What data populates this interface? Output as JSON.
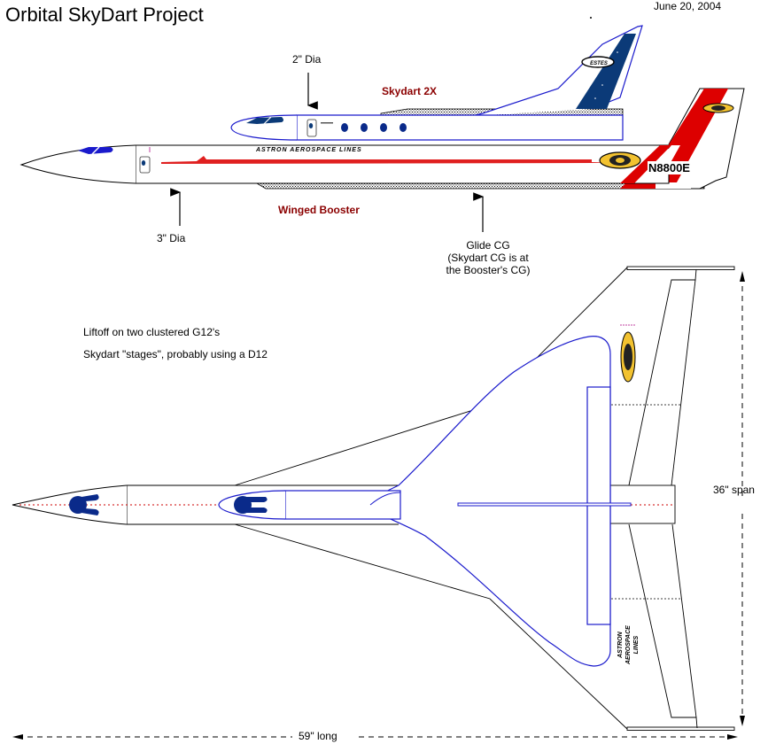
{
  "header": {
    "title": "Orbital SkyDart Project",
    "date": "June 20, 2004"
  },
  "side_view": {
    "skydart_label": "Skydart 2X",
    "booster_label": "Winged Booster",
    "skydart_diameter": "2\" Dia",
    "booster_diameter": "3\" Dia",
    "livery_text": "ASTRON AEROSPACE LINES",
    "tail_registration": "N8800E",
    "fin_logo_text": "ESTES",
    "glide_cg": {
      "line1": "Glide CG",
      "line2": "(Skydart CG is at",
      "line3": "the Booster's CG)"
    }
  },
  "notes": [
    "Liftoff on two clustered  G12's",
    "Skydart \"stages\", probably using a D12"
  ],
  "top_view": {
    "span_label": "36\" span",
    "length_label": "59\" long",
    "wing_text": [
      "ASTRON",
      "AEROSPACE",
      "LINES"
    ]
  },
  "colors": {
    "outline": "#000000",
    "skydart_blue": "#1a1acc",
    "livery_red": "#dd0000",
    "stripe_red": "#e02020",
    "fin_navy": "#0b3a78",
    "window_navy": "#0a2a8a",
    "label_darkred": "#8b0000",
    "logo_gold": "#f2c230"
  }
}
